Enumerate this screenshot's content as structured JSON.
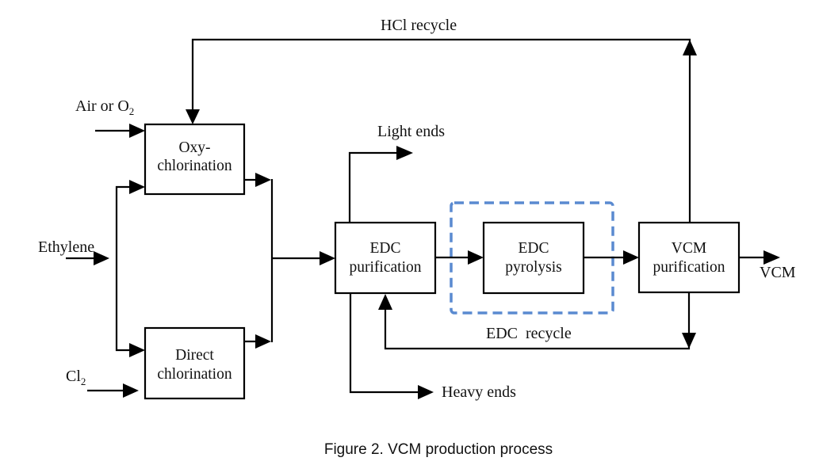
{
  "figure": {
    "caption": "Figure 2. VCM production process",
    "highlight_color": "#5a8ad0"
  },
  "units": {
    "oxychlorination": {
      "line1": "Oxy-",
      "line2": "chlorination"
    },
    "direct_chlorination": {
      "line1": "Direct",
      "line2": "chlorination"
    },
    "edc_purification": {
      "line1": "EDC",
      "line2": "purification"
    },
    "edc_pyrolysis": {
      "line1": "EDC",
      "line2": "pyrolysis"
    },
    "vcm_purification": {
      "line1": "VCM",
      "line2": "purification"
    }
  },
  "streams": {
    "air": {
      "main": "Air or O",
      "sub": "2"
    },
    "ethylene": "Ethylene",
    "chlorine": {
      "main": "Cl",
      "sub": "2"
    },
    "light_ends": "Light ends",
    "heavy_ends": "Heavy ends",
    "hcl_recycle": "HCl recycle",
    "edc_recycle": "EDC  recycle",
    "vcm_product": "VCM"
  }
}
